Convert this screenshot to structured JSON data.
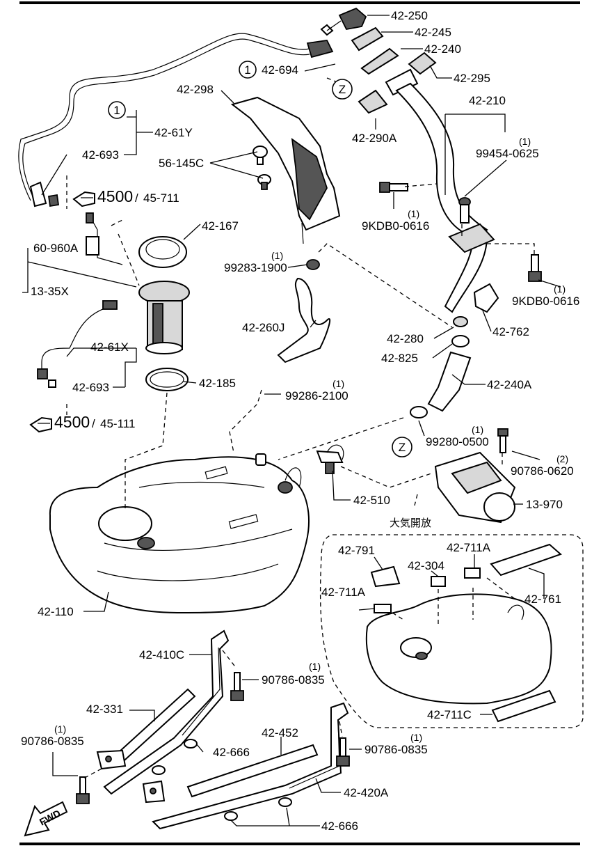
{
  "diagram": {
    "part_labels": {
      "p42_250": "42-250",
      "p42_245": "42-245",
      "p42_240": "42-240",
      "p42_295": "42-295",
      "p42_694": "42-694",
      "p42_298": "42-298",
      "p42_61Y": "42-61Y",
      "p42_693_top": "42-693",
      "p56_145C": "56-145C",
      "p42_290A": "42-290A",
      "p42_210": "42-210",
      "p99454_0625": "99454-0625",
      "p9KDB0_0616_a": "9KDB0-0616",
      "p42_167": "42-167",
      "p60_960A": "60-960A",
      "p13_35X": "13-35X",
      "p99283_1900": "99283-1900",
      "p9KDB0_0616_b": "9KDB0-0616",
      "p42_260J": "42-260J",
      "p42_280": "42-280",
      "p42_762": "42-762",
      "p42_825": "42-825",
      "p42_61X": "42-61X",
      "p42_693_mid": "42-693",
      "p42_185": "42-185",
      "p99286_2100": "99286-2100",
      "p42_240A": "42-240A",
      "p99280_0500": "99280-0500",
      "p90786_0620": "90786-0620",
      "p42_510": "42-510",
      "p13_970": "13-970",
      "p42_791": "42-791",
      "p42_711A_a": "42-711A",
      "p42_304": "42-304",
      "p42_711A_b": "42-711A",
      "p42_761": "42-761",
      "p42_110": "42-110",
      "p42_711C": "42-711C",
      "p42_410C": "42-410C",
      "p90786_0835_a": "90786-0835",
      "p42_331": "42-331",
      "p42_452": "42-452",
      "p42_666_a": "42-666",
      "p90786_0835_b": "90786-0835",
      "p90786_0835_c": "90786-0835",
      "p42_420A": "42-420A",
      "p42_666_b": "42-666"
    },
    "quantities": {
      "q99454_0625": "(1)",
      "q9KDB0_0616_a": "(1)",
      "q99283_1900": "(1)",
      "q9KDB0_0616_b": "(1)",
      "q99286_2100": "(1)",
      "q99280_0500": "(1)",
      "q90786_0620": "(2)",
      "q90786_0835_a": "(1)",
      "q90786_0835_b": "(1)",
      "q90786_0835_c": "(1)"
    },
    "callout_circles": {
      "c1_top": "1",
      "c1_left": "1",
      "z_top": "Z",
      "z_bottom": "Z"
    },
    "references": {
      "ref_top_code": "4500",
      "ref_top_sub": "45-711",
      "ref_mid_code": "4500",
      "ref_mid_sub": "45-111",
      "separator": "/"
    },
    "note_vent": "大気開放",
    "fwd_label": "FWD"
  }
}
